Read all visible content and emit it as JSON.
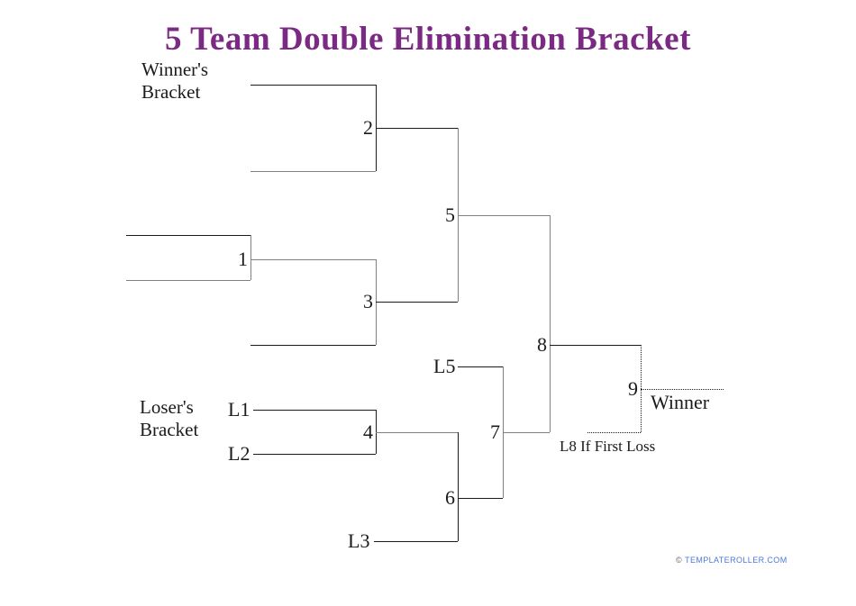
{
  "title": "5 Team Double Elimination Bracket",
  "sections": {
    "winners": {
      "line1": "Winner's",
      "line2": "Bracket"
    },
    "losers": {
      "line1": "Loser's",
      "line2": "Bracket"
    }
  },
  "matches": {
    "m1": "1",
    "m2": "2",
    "m3": "3",
    "m4": "4",
    "m5": "5",
    "m6": "6",
    "m7": "7",
    "m8": "8",
    "m9": "9"
  },
  "seeds": {
    "l1": "L1",
    "l2": "L2",
    "l3": "L3",
    "l5": "L5"
  },
  "annotations": {
    "winner": "Winner",
    "l8_note": "L8 If First Loss"
  },
  "footer": {
    "copyright": "©",
    "site": "TEMPLATEROLLER.COM"
  },
  "colors": {
    "title": "#7b2a84",
    "line_dark": "#1b1b1b",
    "line_gray": "#808080",
    "footer_link": "#4a79d9",
    "footer_copyright": "#666666"
  }
}
